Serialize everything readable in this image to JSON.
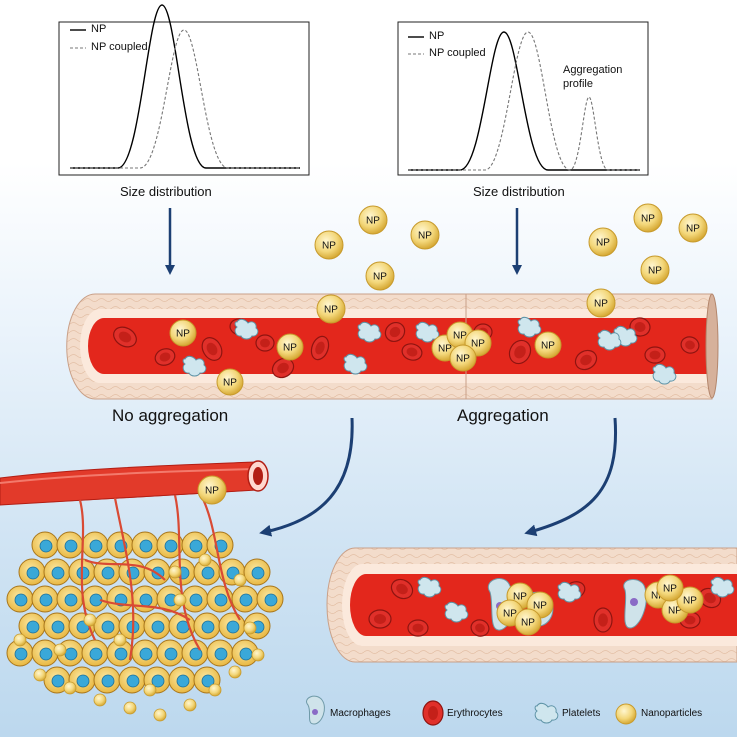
{
  "panels": [
    {
      "legend_np": "NP",
      "legend_np_coupled": "NP coupled",
      "caption": "Size distribution",
      "annotation": ""
    },
    {
      "legend_np": "NP",
      "legend_np_coupled": "NP coupled",
      "caption": "Size distribution",
      "annotation_line1": "Aggregation",
      "annotation_line2": "profile"
    }
  ],
  "labels": {
    "no_aggregation": "No aggregation",
    "aggregation": "Aggregation"
  },
  "nanoparticle_label": "NP",
  "legend": {
    "macrophages": "Macrophages",
    "erythrocytes": "Erythrocytes",
    "platelets": "Platelets",
    "nanoparticles": "Nanoparticles"
  },
  "colors": {
    "vessel_wall": "#f1d7c4",
    "blood": "#e3271c",
    "erythrocyte": "#e0302a",
    "nanoparticle": "#f3d77a",
    "cell_body": "#f3c94c",
    "cell_nucleus": "#3aa8d8",
    "arrow": "#1c3f73"
  }
}
